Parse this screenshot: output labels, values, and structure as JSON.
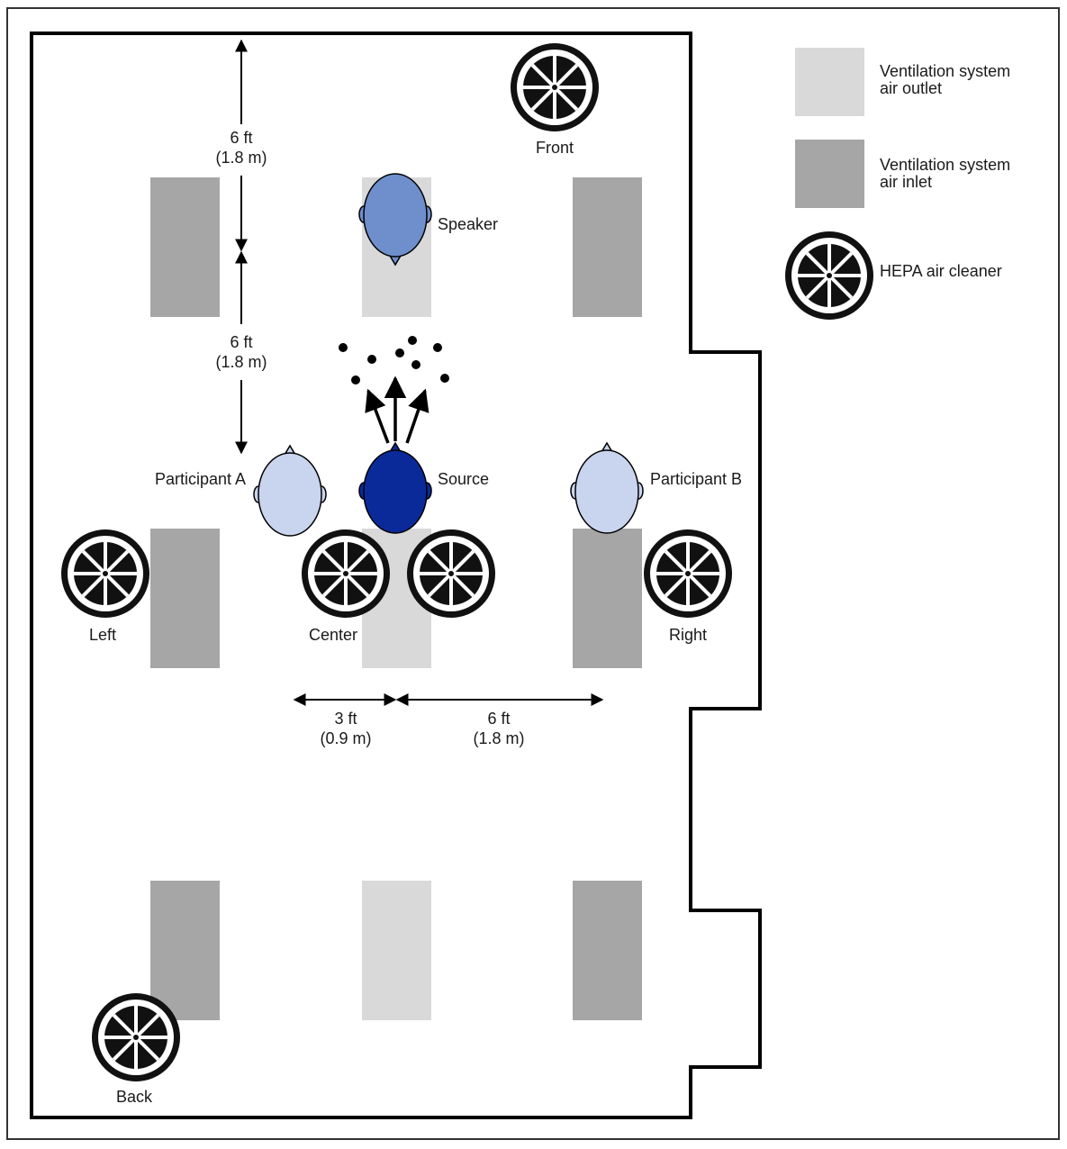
{
  "colors": {
    "outlet": "#d9d9d9",
    "inlet": "#a6a6a6",
    "speaker_head": "#6f8fcc",
    "source_head": "#0a2a9a",
    "participant_head": "#c9d4ee",
    "fan": "#111111",
    "line": "#000000"
  },
  "icons": {
    "fan": "hepa-air-cleaner-icon",
    "head": "person-head-icon",
    "aerosol": "aerosol-particle-icon"
  },
  "legend": {
    "outlet_label_1": "Ventilation system",
    "outlet_label_2": "air outlet",
    "inlet_label_1": "Ventilation system",
    "inlet_label_2": "air inlet",
    "hepa_label": "HEPA air cleaner"
  },
  "people": {
    "speaker": "Speaker",
    "source": "Source",
    "participant_a": "Participant A",
    "participant_b": "Participant B"
  },
  "cleaners": {
    "front": "Front",
    "left": "Left",
    "center": "Center",
    "right": "Right",
    "back": "Back"
  },
  "dimensions": {
    "top_ft": "6 ft",
    "top_m": "(1.8 m)",
    "mid_ft": "6 ft",
    "mid_m": "(1.8 m)",
    "h_short_ft": "3 ft",
    "h_short_m": "(0.9 m)",
    "h_long_ft": "6 ft",
    "h_long_m": "(1.8 m)"
  }
}
